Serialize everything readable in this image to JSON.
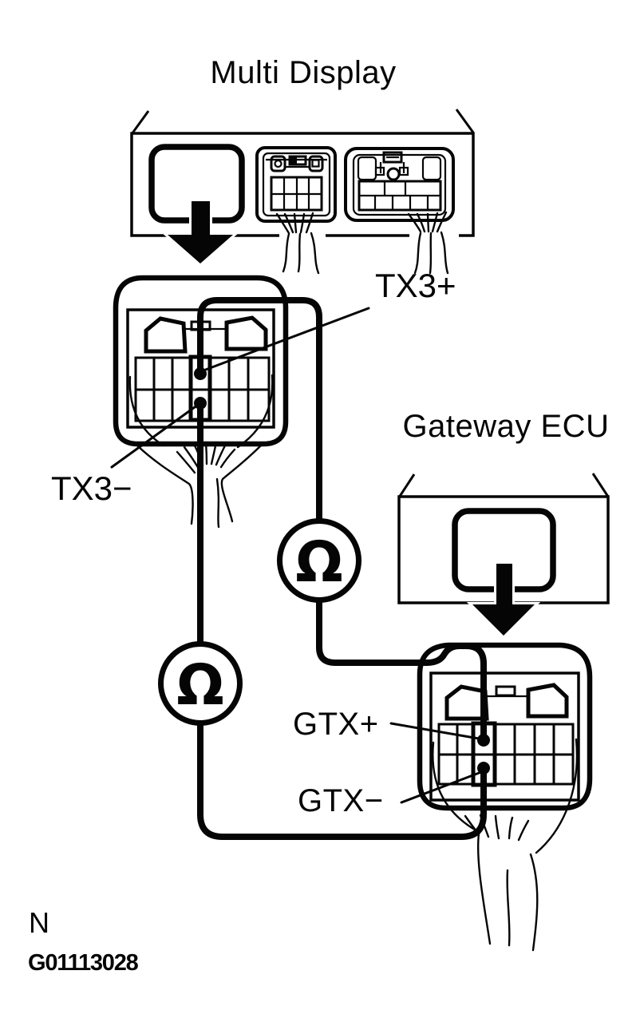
{
  "page": {
    "background": "#ffffff",
    "ink": "#050505"
  },
  "units": {
    "multi_display": {
      "title": "Multi Display"
    },
    "gateway_ecu": {
      "title": "Gateway ECU"
    }
  },
  "pin_labels": {
    "tx3_plus": "TX3+",
    "tx3_minus": "TX3−",
    "gtx_plus": "GTX+",
    "gtx_minus": "GTX−"
  },
  "meter": {
    "symbol": "Ω"
  },
  "footer": {
    "note": "N",
    "figure_id": "G01113028"
  }
}
